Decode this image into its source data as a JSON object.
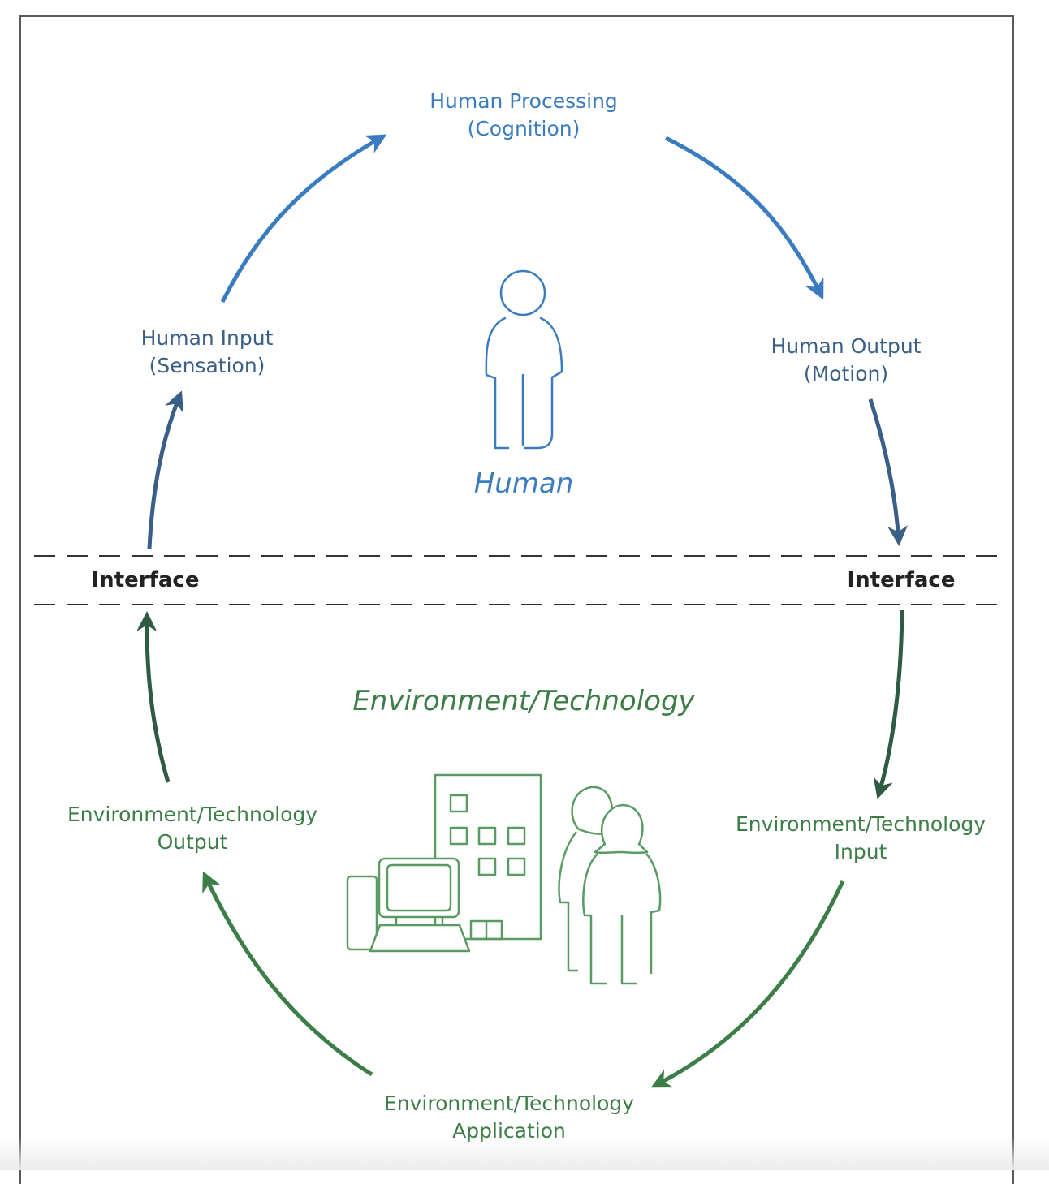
{
  "colors": {
    "human_arrow": "#3a7cbf",
    "interface_arrow": "#3a5f86",
    "env_arrow": "#3d7d47",
    "env_dark_arrow": "#2f5a44",
    "human_figure": "#3a7cbf",
    "env_figure": "#5a9a63"
  },
  "nodes": {
    "human_processing": {
      "line1": "Human Processing",
      "line2": "(Cognition)"
    },
    "human_input": {
      "line1": "Human Input",
      "line2": "(Sensation)"
    },
    "human_output": {
      "line1": "Human Output",
      "line2": "(Motion)"
    },
    "env_output": {
      "line1": "Environment/Technology",
      "line2": "Output"
    },
    "env_input": {
      "line1": "Environment/Technology",
      "line2": "Input"
    },
    "env_application": {
      "line1": "Environment/Technology",
      "line2": "Application"
    }
  },
  "regions": {
    "human": "Human",
    "environment": "Environment/Technology"
  },
  "interface": {
    "left": "Interface",
    "right": "Interface"
  },
  "icons": {
    "human": "person-outline-icon",
    "environment": "building-computer-people-icon"
  }
}
